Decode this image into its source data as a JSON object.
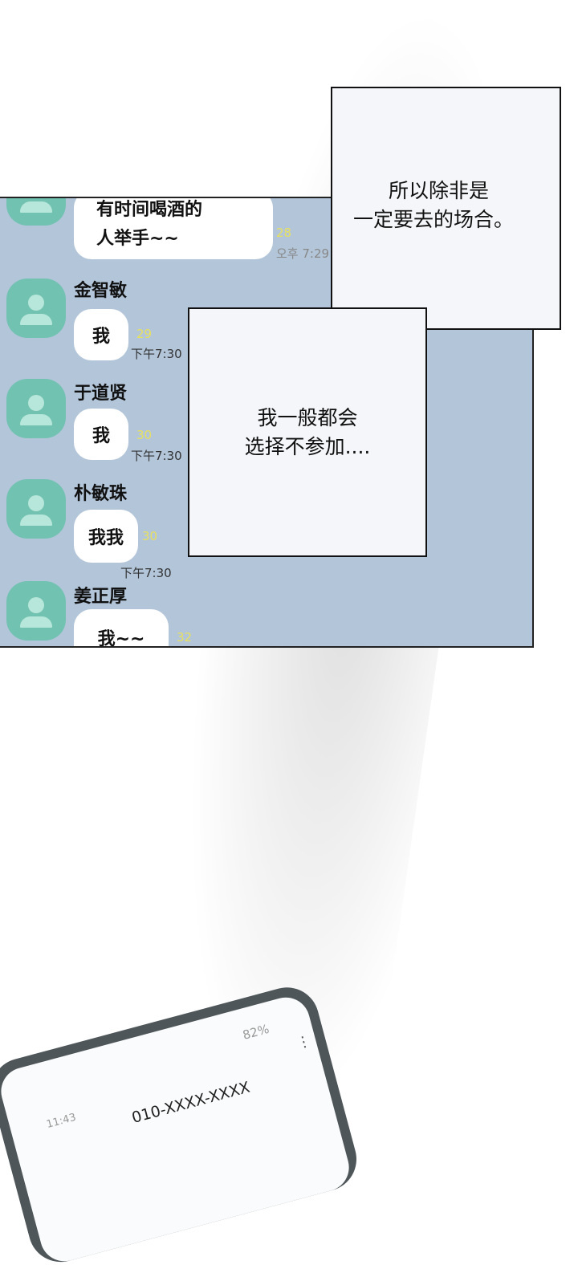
{
  "chat": {
    "first_message": {
      "line1": "有时间喝酒的",
      "line2": "人举手~~",
      "count": "28",
      "time": "오후 7:29"
    },
    "messages": [
      {
        "name": "金智敏",
        "text": "我",
        "count": "29",
        "time": "下午7:30"
      },
      {
        "name": "于道贤",
        "text": "我",
        "count": "30",
        "time": "下午7:30"
      },
      {
        "name": "朴敏珠",
        "text": "我我",
        "count": "30",
        "time": "下午7:30"
      },
      {
        "name": "姜正厚",
        "text": "我~~",
        "count": "32"
      }
    ]
  },
  "captions": {
    "box1_line1": "所以除非是",
    "box1_line2": "一定要去的场合。",
    "box2_line1": "我一般都会",
    "box2_line2": "选择不参加...."
  },
  "phone": {
    "clock": "11:43",
    "battery": "82%",
    "number": "010-XXXX-XXXX"
  }
}
